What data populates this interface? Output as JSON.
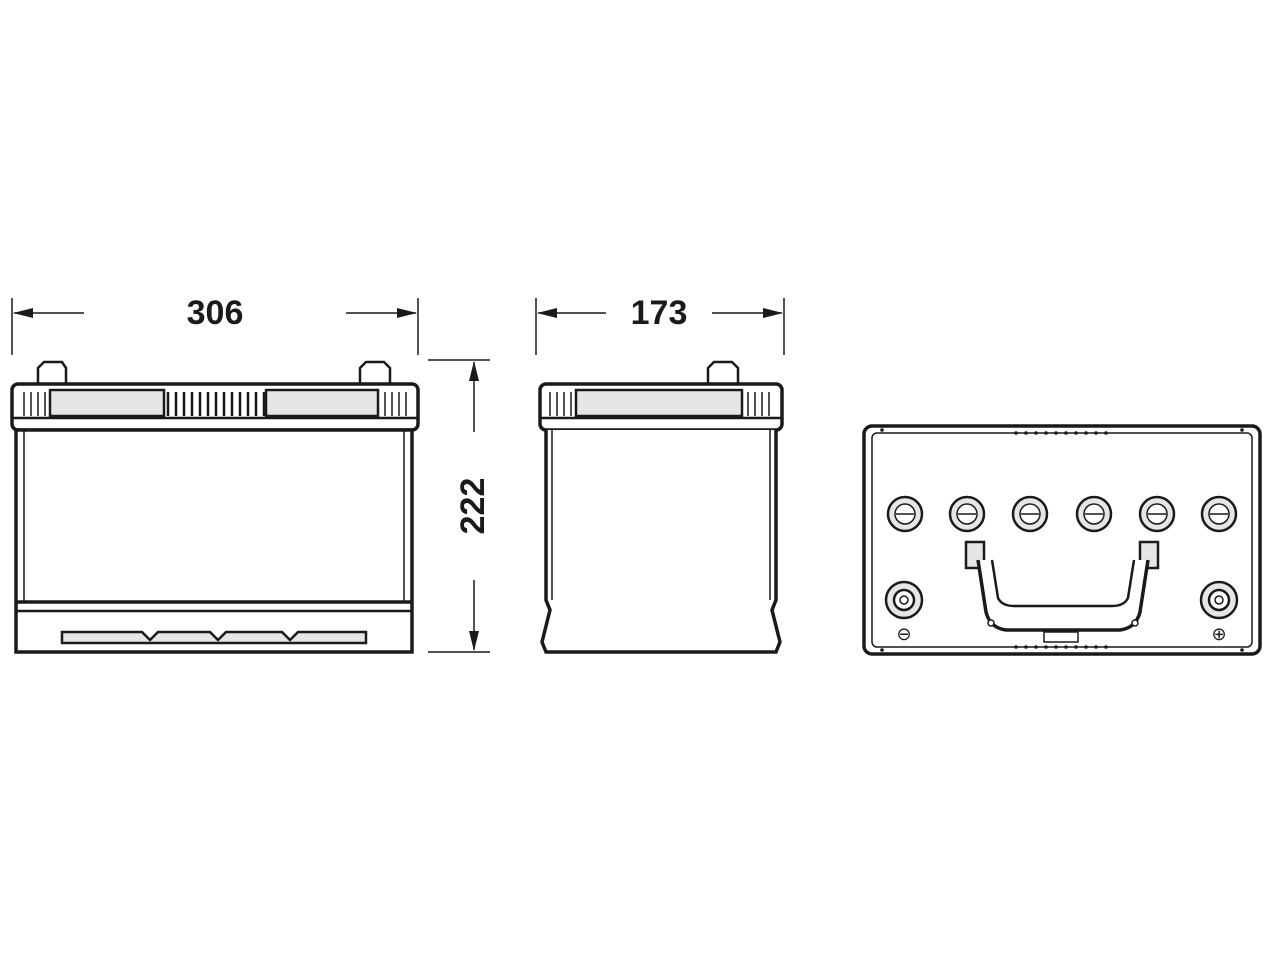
{
  "dimensions": {
    "length": "306",
    "width": "173",
    "height": "222"
  },
  "terminals": {
    "negative_symbol": "⊖",
    "positive_symbol": "⊕"
  },
  "colors": {
    "line": "#1a1a1a",
    "background": "#ffffff",
    "fill_gray": "#e6e6e6"
  }
}
